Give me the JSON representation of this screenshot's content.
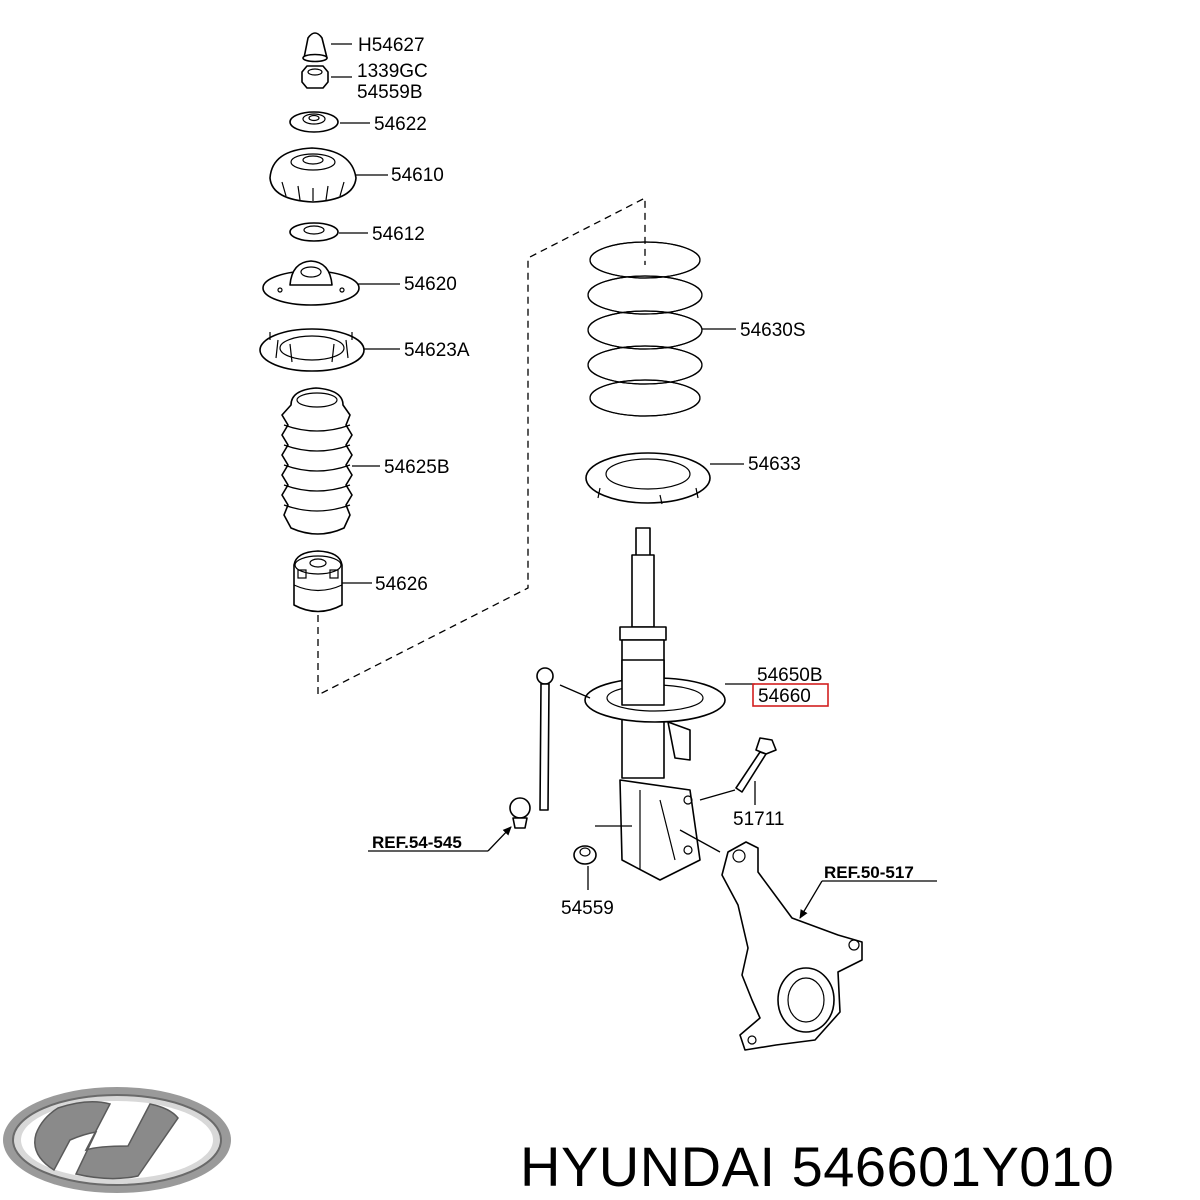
{
  "parts": [
    {
      "number": "H54627"
    },
    {
      "number": "1339GC"
    },
    {
      "number": "54559B"
    },
    {
      "number": "54622"
    },
    {
      "number": "54610"
    },
    {
      "number": "54612"
    },
    {
      "number": "54620"
    },
    {
      "number": "54623A"
    },
    {
      "number": "54625B"
    },
    {
      "number": "54626"
    },
    {
      "number": "54630S"
    },
    {
      "number": "54633"
    },
    {
      "number": "54650B"
    },
    {
      "number": "54660"
    },
    {
      "number": "51711"
    },
    {
      "number": "54559"
    }
  ],
  "references": [
    {
      "text": "REF.54-545"
    },
    {
      "text": "REF.50-517"
    }
  ],
  "highlight": {
    "part": "54660",
    "color": "#d21f1f"
  },
  "footer": {
    "brand_logo": "hyundai-logo",
    "caption": "HYUNDAI 546601Y010"
  }
}
